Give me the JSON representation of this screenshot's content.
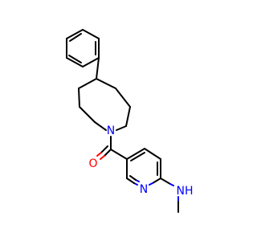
{
  "molecule": {
    "atoms": {
      "oxygen": {
        "symbol": "O",
        "color": "#ff0000"
      },
      "ring_nitrogen": {
        "symbol": "N",
        "color": "#0000ff"
      },
      "pyridine_nitrogen": {
        "symbol": "N",
        "color": "#0000ff"
      },
      "amine": {
        "symbol": "NH",
        "color": "#0000ff"
      }
    }
  }
}
